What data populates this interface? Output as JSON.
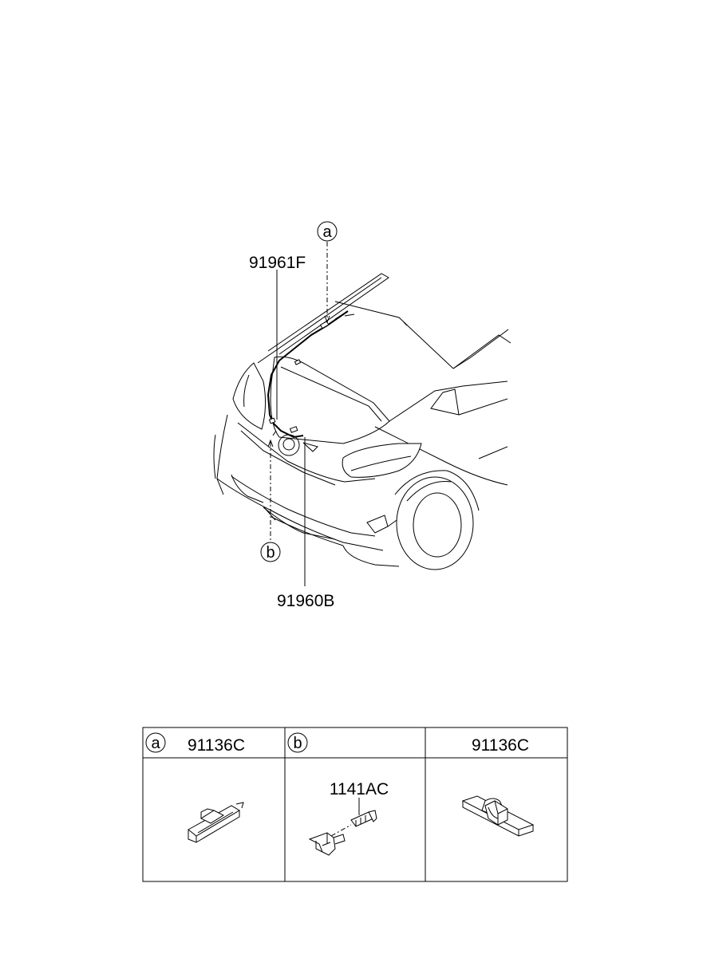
{
  "diagram": {
    "part_labels": {
      "harness_upper": "91961F",
      "harness_lower": "91960B"
    },
    "callouts": {
      "a": "a",
      "b": "b"
    }
  },
  "parts_table": {
    "headers": [
      {
        "callout": "a",
        "part": "91136C"
      },
      {
        "callout": "b",
        "part": ""
      },
      {
        "callout": "",
        "part": "91136C"
      }
    ],
    "cells": [
      {
        "sub_part": ""
      },
      {
        "sub_part": "1141AC"
      },
      {
        "sub_part": ""
      }
    ]
  }
}
